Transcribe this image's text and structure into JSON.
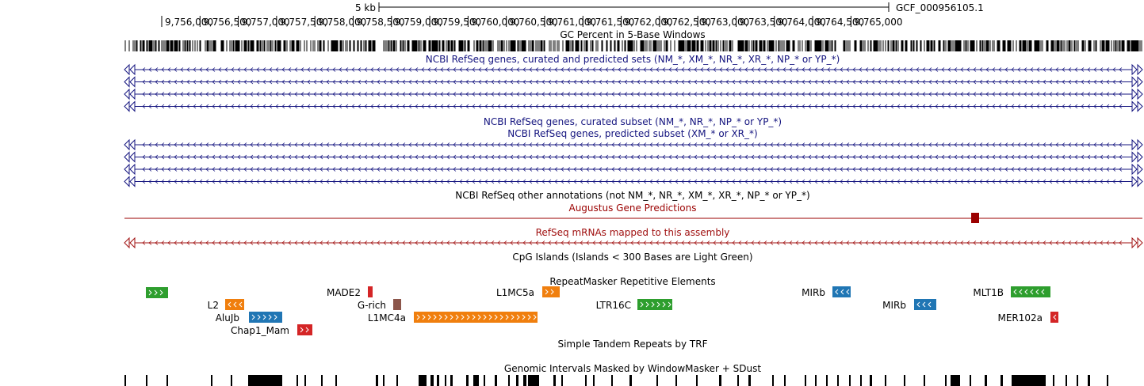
{
  "scale_bar": {
    "label": "5 kb",
    "assembly": "GCF_000956105.1"
  },
  "ruler": {
    "ticks": [
      "9,756,000",
      "9,756,500",
      "9,757,000",
      "9,757,500",
      "9,758,000",
      "9,758,500",
      "9,759,000",
      "9,759,500",
      "9,760,000",
      "9,760,500",
      "9,761,000",
      "9,761,500",
      "9,762,000",
      "9,762,500",
      "9,763,000",
      "9,763,500",
      "9,764,000",
      "9,764,500",
      "9,765,000"
    ]
  },
  "tracks": {
    "gc_percent": {
      "title": "GC Percent in 5-Base Windows"
    },
    "refseq_all": {
      "title": "NCBI RefSeq genes, curated and predicted sets (NM_*, XM_*, NR_*, XR_*, NP_* or YP_*)",
      "rows": 4
    },
    "refseq_curated": {
      "title": "NCBI RefSeq genes, curated subset (NM_*, NR_*, NP_* or YP_*)"
    },
    "refseq_predicted": {
      "title": "NCBI RefSeq genes, predicted subset (XM_* or XR_*)",
      "rows": 4
    },
    "refseq_other": {
      "title": "NCBI RefSeq other annotations (not NM_*, NR_*, XM_*, XR_*, NP_* or YP_*)"
    },
    "augustus": {
      "title": "Augustus Gene Predictions"
    },
    "refseq_mrnas": {
      "title": "RefSeq mRNAs mapped to this assembly"
    },
    "cpg": {
      "title": "CpG Islands (Islands < 300 Bases are Light Green)"
    },
    "repeatmasker": {
      "title": "RepeatMasker Repetitive Elements",
      "elements": [
        {
          "label": "",
          "strand": "+",
          "color": "#2e9e2e"
        },
        {
          "label": "L2",
          "strand": "-",
          "color": "#f07f0e"
        },
        {
          "label": "AluJb",
          "strand": "+",
          "color": "#2076b4"
        },
        {
          "label": "Chap1_Mam",
          "strand": "+",
          "color": "#d42526"
        },
        {
          "label": "MADE2",
          "strand": "",
          "color": "#d42526"
        },
        {
          "label": "G-rich",
          "strand": "",
          "color": "#8c564b"
        },
        {
          "label": "L1MC4a",
          "strand": "+",
          "color": "#f07f0e"
        },
        {
          "label": "L1MC5a",
          "strand": "+",
          "color": "#f07f0e"
        },
        {
          "label": "LTR16C",
          "strand": "+",
          "color": "#2e9e2e"
        },
        {
          "label": "MIRb",
          "strand": "-",
          "color": "#2076b4"
        },
        {
          "label": "MIRb",
          "strand": "-",
          "color": "#2076b4"
        },
        {
          "label": "MLT1B",
          "strand": "-",
          "color": "#2e9e2e"
        },
        {
          "label": "MER102a",
          "strand": "-",
          "color": "#d42526"
        }
      ]
    },
    "trf": {
      "title": "Simple Tandem Repeats by TRF"
    },
    "windowmasker": {
      "title": "Genomic Intervals Masked by WindowMasker + SDust"
    }
  },
  "colors": {
    "gene_blue": "#14147f",
    "augustus_red": "#9b0000",
    "mrna_red": "#a01010"
  }
}
